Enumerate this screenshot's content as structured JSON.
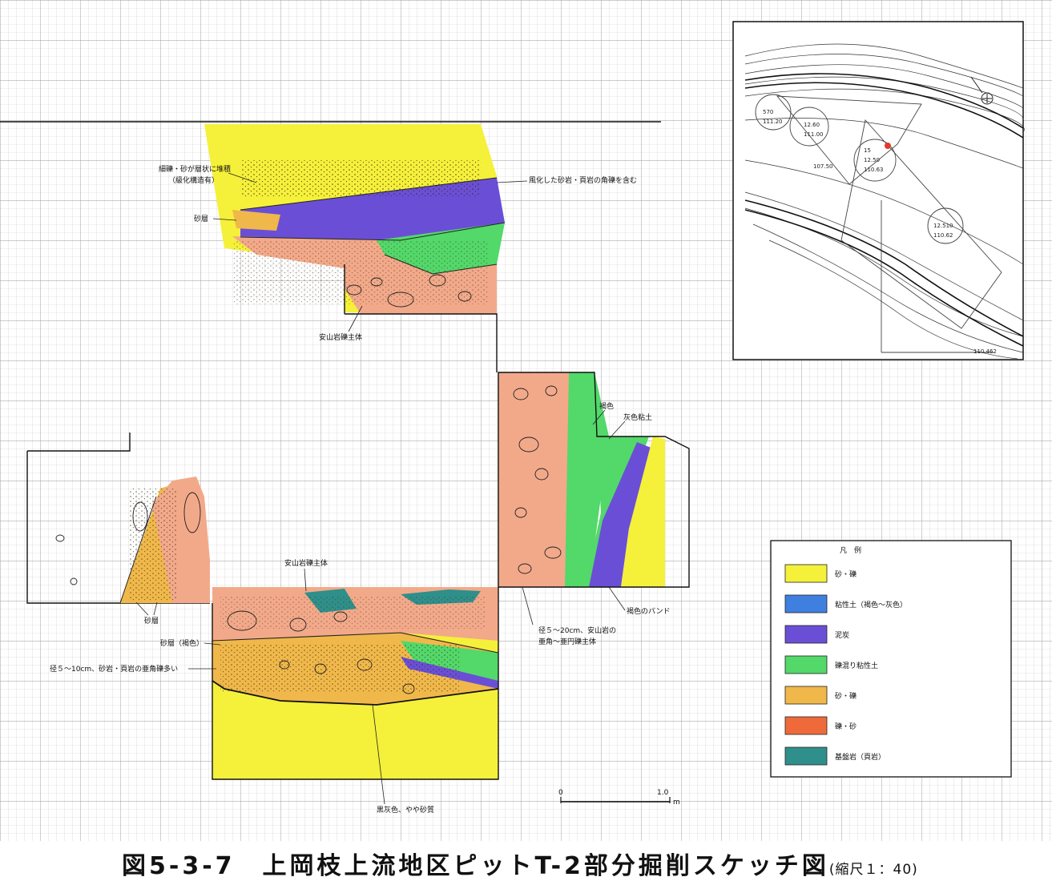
{
  "caption": {
    "title": "図5-3-7　上岡枝上流地区ピットT-2部分掘削スケッチ図",
    "scale": "(縮尺１：40)"
  },
  "annotations": {
    "fine_gravel": "細礫・砂が層状に堆積",
    "fine_gravel_sub": "（級化構造有）",
    "weathered": "風化した砂岩・頁岩の角礫を含む",
    "sand_layer_top": "砂層",
    "andesite_top": "安山岩礫主体",
    "brown": "褐色",
    "gray_clay": "灰色粘土",
    "andesite_mid": "安山岩礫主体",
    "sand_layer_left": "砂層",
    "sand_layer_brown": "砂層（褐色）",
    "sandstone_gravel": "径５～10cm、砂岩・頁岩の亜角礫多い",
    "brown_band": "褐色のバンド",
    "dia_andesite_1": "径５～20cm、安山岩の",
    "dia_andesite_2": "亜角～亜円礫主体",
    "darkgray_sandy": "黒灰色、やや砂質"
  },
  "legend": {
    "title": "凡　例",
    "items": [
      {
        "label": "砂・礫",
        "color": "#f5f03a"
      },
      {
        "label": "粘性土（褐色～灰色）",
        "color": "#3f7fe0"
      },
      {
        "label": "泥炭",
        "color": "#6a4fd6"
      },
      {
        "label": "礫混り粘性土",
        "color": "#53d86a"
      },
      {
        "label": "砂・礫",
        "color": "#f0b84a"
      },
      {
        "label": "礫・砂",
        "color": "#ef6a3a"
      },
      {
        "label": "基盤岩（頁岩）",
        "color": "#2f8f8a"
      }
    ]
  },
  "scale_bar": {
    "start": "0",
    "end": "1.0",
    "unit": "m"
  },
  "map": {
    "labels": [
      "570",
      "111.20",
      "12.60",
      "111.00",
      "15",
      "12.50",
      "110.63",
      "12.510",
      "110.62",
      "107.50",
      "110.462"
    ]
  }
}
